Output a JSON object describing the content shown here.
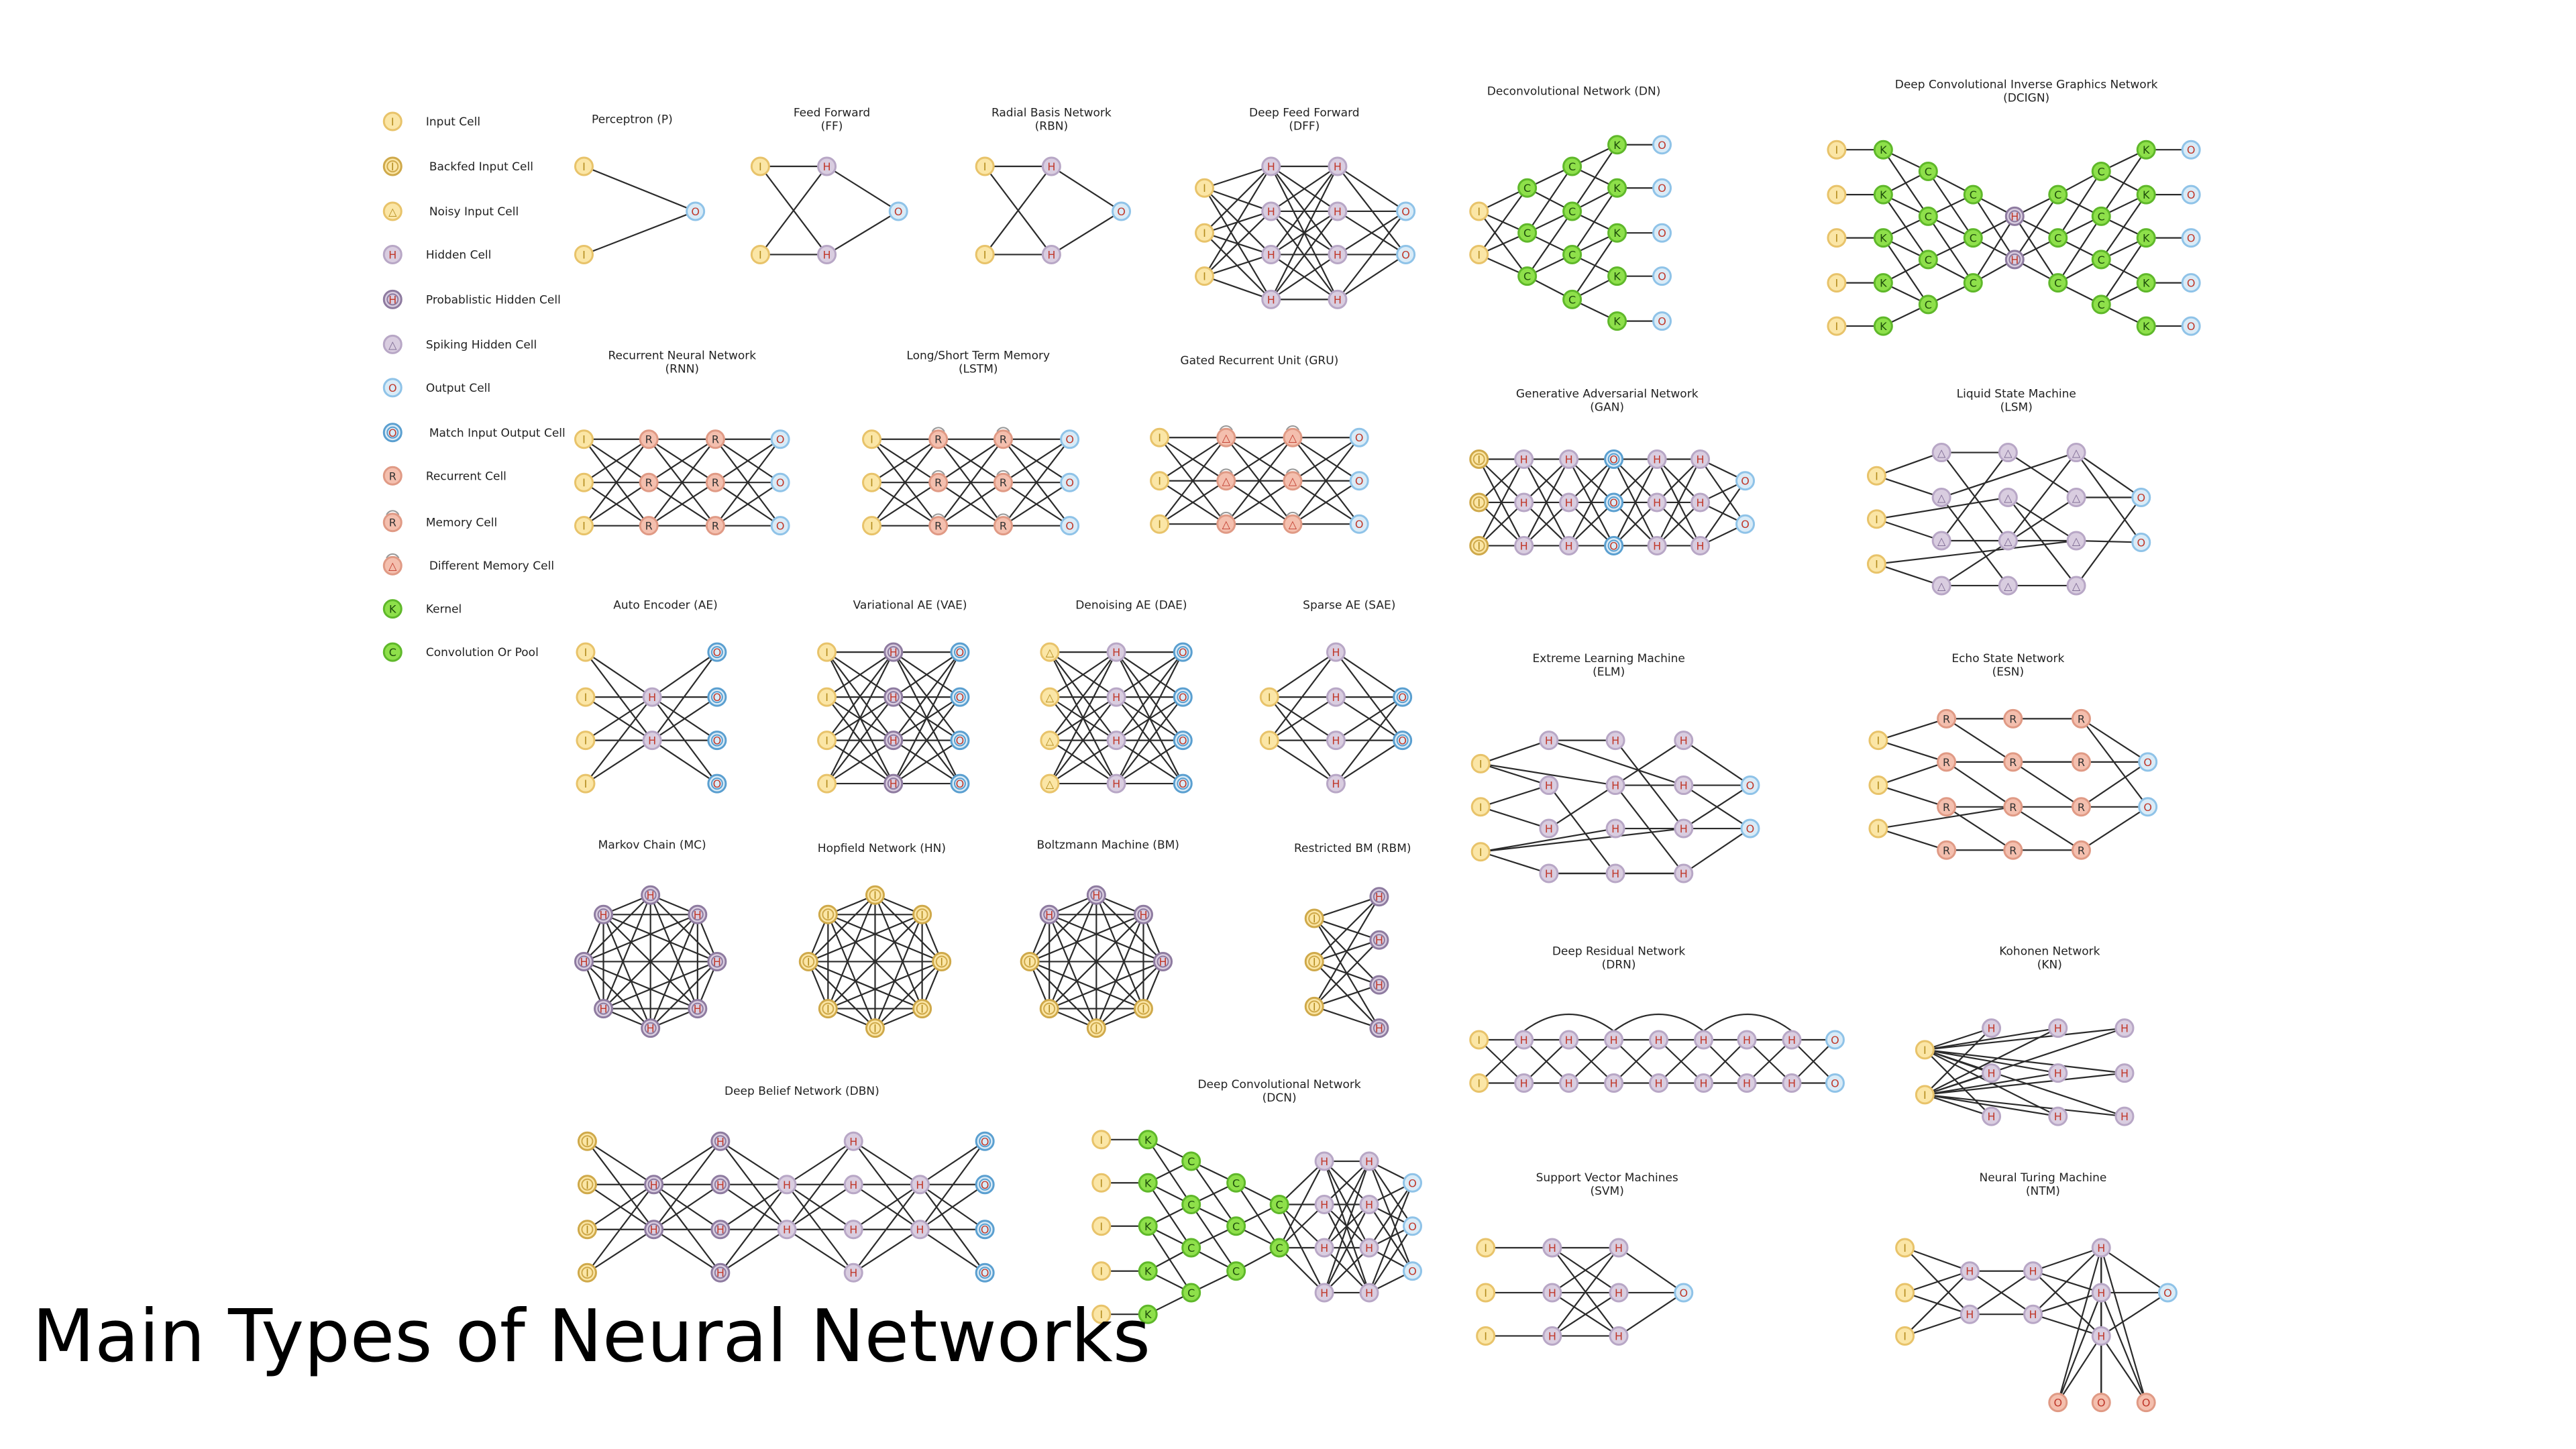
{
  "title": "Main Types of Neural Networks",
  "colors": {
    "background": "#ffffff",
    "edge": "#2b2b2b"
  },
  "cell_styles": {
    "input": {
      "fill": "#fbe6a6",
      "stroke": "#e8c36a",
      "text": "#b38b1c",
      "glyph": "I"
    },
    "backfed": {
      "fill": "#fbe6a6",
      "stroke": "#cfa94a",
      "text": "#b38b1c",
      "glyph": "I"
    },
    "noisy": {
      "fill": "#fbe6a6",
      "stroke": "#e8c36a",
      "text": "#b38b1c",
      "glyph": "△"
    },
    "hidden": {
      "fill": "#d9cde0",
      "stroke": "#b8a7c6",
      "text": "#c0392b",
      "glyph": "H"
    },
    "prob": {
      "fill": "#d9cde0",
      "stroke": "#8e7ba0",
      "text": "#c0392b",
      "glyph": "H"
    },
    "spiking": {
      "fill": "#d9cde0",
      "stroke": "#b8a7c6",
      "text": "#7a6690",
      "glyph": "△"
    },
    "output": {
      "fill": "#d9ebf7",
      "stroke": "#8fc3e8",
      "text": "#c0392b",
      "glyph": "O"
    },
    "match": {
      "fill": "#d9ebf7",
      "stroke": "#5a9fd0",
      "text": "#c0392b",
      "glyph": "O"
    },
    "recurrent": {
      "fill": "#f4bfae",
      "stroke": "#e09a85",
      "text": "#333333",
      "glyph": "R"
    },
    "memory": {
      "fill": "#f4bfae",
      "stroke": "#e09a85",
      "text": "#333333",
      "glyph": "R"
    },
    "diffmem": {
      "fill": "#f4bfae",
      "stroke": "#e09a85",
      "text": "#c0392b",
      "glyph": "△"
    },
    "kernel": {
      "fill": "#8ee04a",
      "stroke": "#5fb82a",
      "text": "#1e4d0b",
      "glyph": "K"
    },
    "conv": {
      "fill": "#8ee04a",
      "stroke": "#5fb82a",
      "text": "#1e4d0b",
      "glyph": "C"
    },
    "ntmout": {
      "fill": "#f4bfae",
      "stroke": "#e09a85",
      "text": "#c0392b",
      "glyph": "O"
    }
  },
  "legend": [
    {
      "type": "input",
      "label": "Input Cell"
    },
    {
      "type": "backfed",
      "label": "Backfed Input Cell"
    },
    {
      "type": "noisy",
      "label": "Noisy Input Cell"
    },
    {
      "type": "hidden",
      "label": "Hidden Cell"
    },
    {
      "type": "prob",
      "label": "Probablistic Hidden Cell"
    },
    {
      "type": "spiking",
      "label": "Spiking Hidden Cell"
    },
    {
      "type": "output",
      "label": "Output Cell"
    },
    {
      "type": "match",
      "label": "Match Input Output Cell"
    },
    {
      "type": "recurrent",
      "label": "Recurrent Cell"
    },
    {
      "type": "memory",
      "label": "Memory Cell"
    },
    {
      "type": "diffmem",
      "label": "Different Memory Cell"
    },
    {
      "type": "kernel",
      "label": "Kernel"
    },
    {
      "type": "conv",
      "label": "Convolution Or Pool"
    }
  ],
  "networks": [
    {
      "id": "p",
      "title": [
        "Perceptron (P)"
      ]
    },
    {
      "id": "ff",
      "title": [
        "Feed Forward",
        "(FF)"
      ]
    },
    {
      "id": "rbn",
      "title": [
        "Radial Basis Network",
        "(RBN)"
      ]
    },
    {
      "id": "dff",
      "title": [
        "Deep Feed Forward",
        "(DFF)"
      ]
    },
    {
      "id": "dn",
      "title": [
        "Deconvolutional Network (DN)"
      ]
    },
    {
      "id": "dcign",
      "title": [
        "Deep Convolutional Inverse Graphics Network",
        "(DCIGN)"
      ]
    },
    {
      "id": "rnn",
      "title": [
        "Recurrent Neural Network",
        "(RNN)"
      ]
    },
    {
      "id": "lstm",
      "title": [
        "Long/Short Term Memory",
        "(LSTM)"
      ]
    },
    {
      "id": "gru",
      "title": [
        "Gated Recurrent Unit (GRU)"
      ]
    },
    {
      "id": "gan",
      "title": [
        "Generative Adversarial Network",
        "(GAN)"
      ]
    },
    {
      "id": "lsm",
      "title": [
        "Liquid State Machine",
        "(LSM)"
      ]
    },
    {
      "id": "ae",
      "title": [
        "Auto Encoder (AE)"
      ]
    },
    {
      "id": "vae",
      "title": [
        "Variational AE (VAE)"
      ]
    },
    {
      "id": "dae",
      "title": [
        "Denoising AE (DAE)"
      ]
    },
    {
      "id": "sae",
      "title": [
        "Sparse AE (SAE)"
      ]
    },
    {
      "id": "elm",
      "title": [
        "Extreme Learning Machine",
        "(ELM)"
      ]
    },
    {
      "id": "esn",
      "title": [
        "Echo State Network",
        "(ESN)"
      ]
    },
    {
      "id": "mc",
      "title": [
        "Markov Chain (MC)"
      ]
    },
    {
      "id": "hn",
      "title": [
        "Hopfield Network (HN)"
      ]
    },
    {
      "id": "bm",
      "title": [
        "Boltzmann Machine (BM)"
      ]
    },
    {
      "id": "rbm",
      "title": [
        "Restricted BM (RBM)"
      ]
    },
    {
      "id": "drn",
      "title": [
        "Deep Residual Network",
        "(DRN)"
      ]
    },
    {
      "id": "kn",
      "title": [
        "Kohonen Network",
        "(KN)"
      ]
    },
    {
      "id": "dbn",
      "title": [
        "Deep Belief Network (DBN)"
      ]
    },
    {
      "id": "dcn",
      "title": [
        "Deep Convolutional Network",
        "(DCN)"
      ]
    },
    {
      "id": "svm",
      "title": [
        "Support Vector Machines",
        "(SVM)"
      ]
    },
    {
      "id": "ntm",
      "title": [
        "Neural Turing Machine",
        "(NTM)"
      ]
    }
  ]
}
